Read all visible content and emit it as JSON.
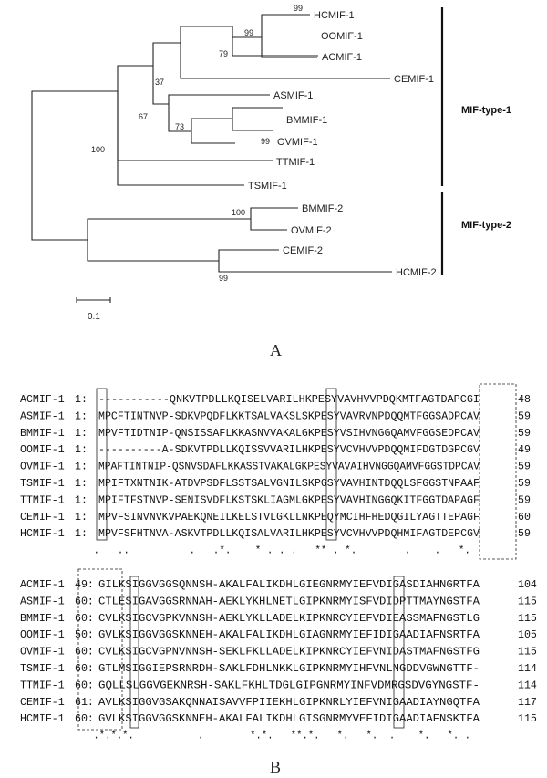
{
  "panel_a": {
    "label": "A",
    "leaves": [
      "HCMIF-1",
      "OOMIF-1",
      "ACMIF-1",
      "CEMIF-1",
      "ASMIF-1",
      "BMMIF-1",
      "OVMIF-1",
      "TTMIF-1",
      "TSMIF-1",
      "BMMIF-2",
      "OVMIF-2",
      "CEMIF-2",
      "HCMIF-2"
    ],
    "bootstrap": [
      "99",
      "99",
      "79",
      "37",
      "67",
      "73",
      "99",
      "100",
      "100",
      "99"
    ],
    "groups": [
      "MIF-type-1",
      "MIF-type-2"
    ],
    "scale_label": "0.1"
  },
  "panel_b": {
    "label": "B",
    "block1": {
      "rows": [
        {
          "name": "ACMIF-1",
          "start": "1:",
          "seq": "-----------QNKVTPDLLKQISELVARILHKPESYVAVHVVPDQKMTFAGTDAPCGI",
          "end": "48"
        },
        {
          "name": "ASMIF-1",
          "start": "1:",
          "seq": "MPCFTINTNVP-SDKVPQDFLKKTSALVAKSLSKPESYVAVRVNPDQQMTFGGSADPCAV",
          "end": "59"
        },
        {
          "name": "BMMIF-1",
          "start": "1:",
          "seq": "MPVFTIDTNIP-QNSISSAFLKKASNVVAKALGKPESYVSIHVNGGQAMVFGGSEDPCAV",
          "end": "59"
        },
        {
          "name": "OOMIF-1",
          "start": "1:",
          "seq": "----------A-SDKVTPDLLKQISSVVARILHKPESYVCVHVVPDQQMIFDGTDGPCGV",
          "end": "49"
        },
        {
          "name": "OVMIF-1",
          "start": "1:",
          "seq": "MPAFTINTNIP-QSNVSDAFLKKASSTVAKALGKPESYVAVAIHVNGGQAMVFGGSTDPCAV",
          "end": "59"
        },
        {
          "name": "TSMIF-1",
          "start": "1:",
          "seq": "MPIFTXNTNIK-ATDVPSDFLSSTSALVGNILSKPGSYVAVHINTDQQLSFGGSTNPAAF",
          "end": "59"
        },
        {
          "name": "TTMIF-1",
          "start": "1:",
          "seq": "MPIFTFSTNVP-SENISVDFLKSTSKLIAGMLGKPESYVAVHINGGQKITFGGTDAPAGF",
          "end": "59"
        },
        {
          "name": "CEMIF-1",
          "start": "1:",
          "seq": "MPVFSINVNVKVPAEKQNEILKELSTVLGKLLNKPEQYMCIHFHEDQGILYAGTTEPAGF",
          "end": "60"
        },
        {
          "name": "HCMIF-1",
          "start": "1:",
          "seq": "MPVFSFHTNVA-ASKVTPDLLKQISALVARILHKPESYVCVHVVPDQHMIFAGTDEPCGV",
          "end": "59"
        }
      ],
      "consensus": " .   ..          .   .*.    * . . .   ** . *.        .    .   *."
    },
    "block2": {
      "rows": [
        {
          "name": "ACMIF-1",
          "start": "49:",
          "seq": "GILKSIGGVGGSQNNSH-AKALFALIKDHLGIEGNRMYIEFVDIGASDIAHNGRTFA",
          "end": "104"
        },
        {
          "name": "ASMIF-1",
          "start": "60:",
          "seq": "CTLESIGAVGGSRNNAH-AEKLYKHLNETLGIPKNRMYISFVDIDPTTMAYNGSTFA",
          "end": "115"
        },
        {
          "name": "BMMIF-1",
          "start": "60:",
          "seq": "CVLKSIGCVGPKVNNSH-AEKLYKLLADELKIPKNRCYIEFVDIEASSMAFNGSTLG",
          "end": "115"
        },
        {
          "name": "OOMIF-1",
          "start": "50:",
          "seq": "GVLKSIGGVGGSKNNEH-AKALFALIKDHLGIAGNRMYIEFIDIGAADIAFNSRTFA",
          "end": "105"
        },
        {
          "name": "OVMIF-1",
          "start": "60:",
          "seq": "CVLKSIGCVGPNVNNSH-SEKLFKLLADELKIPKNRCYIEFVNIDASTMAFNGSTFG",
          "end": "115"
        },
        {
          "name": "TSMIF-1",
          "start": "60:",
          "seq": "GTLMSIGGIEPSRNRDH-SAKLFDHLNKKLGIPKNRMYIHFVNLNGDDVGWNGTTF-",
          "end": "114"
        },
        {
          "name": "TTMIF-1",
          "start": "60:",
          "seq": "GQLLSLGGVGEKNRSH-SAKLFKHLTDGLGIPGNRMYINFVDMRGSDVGYNGSTF-",
          "end": "114"
        },
        {
          "name": "CEMIF-1",
          "start": "61:",
          "seq": "AVLKSIGGVGSAKQNNAISAVVFPIIEKHLGIPKNRLYIEFVNIGAADIAYNGQTFA",
          "end": "117"
        },
        {
          "name": "HCMIF-1",
          "start": "60:",
          "seq": "GVLKSIGGVGGSKNNEH-AKALFALIKDHLGISGNRMYVEFIDIGAADIAFNSKTFA",
          "end": "115"
        }
      ],
      "consensus": " .*.*.*.           .        *.*.   **.*.   *.   *.  .    *.   *. ."
    },
    "colors": {
      "ink": "#111111",
      "background": "#ffffff"
    }
  }
}
